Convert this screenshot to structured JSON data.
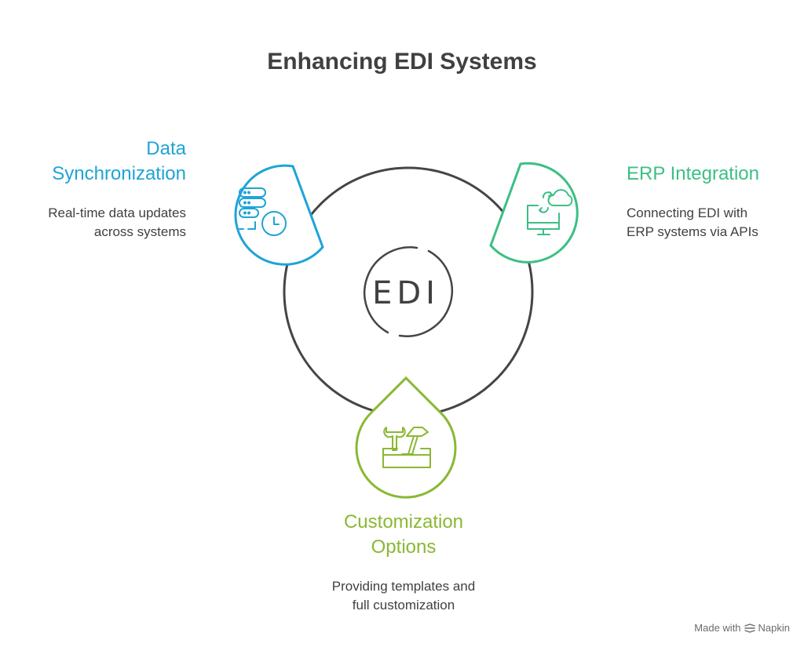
{
  "title": "Enhancing EDI Systems",
  "center_label": "EDI",
  "nodes": {
    "data_sync": {
      "heading_line1": "Data",
      "heading_line2": "Synchronization",
      "desc_line1": "Real-time data updates",
      "desc_line2": "across systems",
      "color": "#1fa4d6",
      "icon": "server-clock-icon"
    },
    "erp": {
      "heading_line1": "ERP Integration",
      "desc_line1": "Connecting EDI with",
      "desc_line2": "ERP systems via APIs",
      "color": "#3cbf84",
      "icon": "monitor-cloud-sync-icon"
    },
    "custom": {
      "heading_line1": "Customization",
      "heading_line2": "Options",
      "desc_line1": "Providing templates and",
      "desc_line2": "full customization",
      "color": "#8ab833",
      "icon": "toolbox-icon"
    }
  },
  "footer": {
    "made_with": "Made with",
    "brand": "Napkin"
  }
}
